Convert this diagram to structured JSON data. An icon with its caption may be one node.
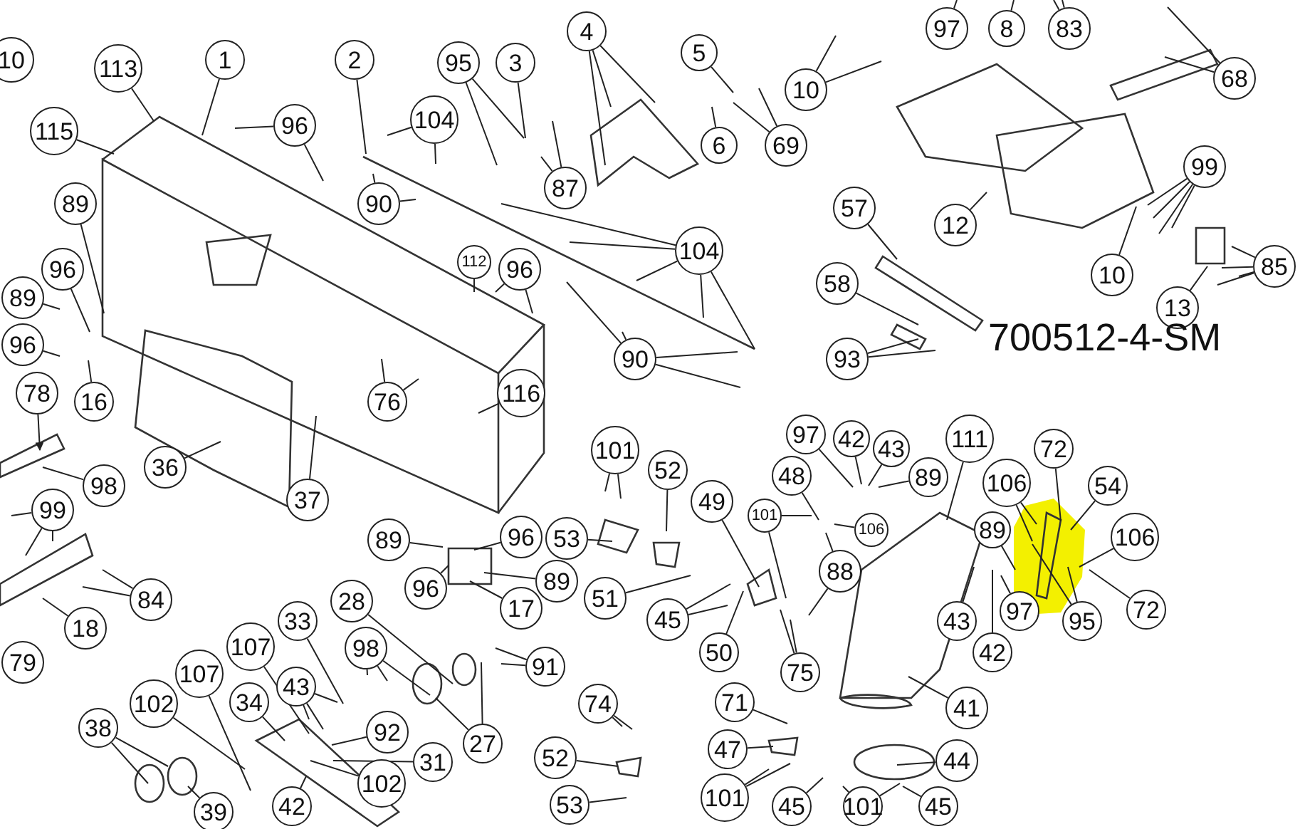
{
  "diagram": {
    "nodes": [
      {
        "text": [
          "10"
        ]
      },
      {
        "text": [
          "113"
        ]
      },
      {
        "text": [
          "1"
        ]
      },
      {
        "text": [
          "115"
        ]
      },
      {
        "text": [
          "96"
        ]
      },
      {
        "text": [
          "2"
        ]
      },
      {
        "text": [
          "104"
        ]
      },
      {
        "text": [
          "95"
        ]
      },
      {
        "text": [
          "3"
        ]
      },
      {
        "text": [
          "87"
        ]
      },
      {
        "text": [
          "4"
        ]
      },
      {
        "text": [
          "5"
        ]
      },
      {
        "text": [
          "6"
        ]
      },
      {
        "text": [
          "69"
        ]
      },
      {
        "text": [
          "10"
        ]
      },
      {
        "text": [
          "97"
        ]
      },
      {
        "text": [
          "8"
        ]
      },
      {
        "text": [
          "83"
        ]
      },
      {
        "text": [
          "68"
        ]
      },
      {
        "text": [
          "90"
        ]
      },
      {
        "text": [
          "112"
        ]
      },
      {
        "text": [
          "96"
        ]
      },
      {
        "text": [
          "104"
        ]
      },
      {
        "text": [
          "90"
        ]
      },
      {
        "text": [
          "57"
        ]
      },
      {
        "text": [
          "12"
        ]
      },
      {
        "text": [
          "99"
        ]
      },
      {
        "text": [
          "85"
        ]
      },
      {
        "text": [
          "10"
        ]
      },
      {
        "text": [
          "13"
        ]
      },
      {
        "text": [
          "58"
        ]
      },
      {
        "text": [
          "93"
        ]
      },
      {
        "text": [
          "89"
        ]
      },
      {
        "text": [
          "96"
        ]
      },
      {
        "text": [
          "89"
        ]
      },
      {
        "text": [
          "96"
        ]
      },
      {
        "text": [
          "16"
        ]
      },
      {
        "text": [
          "76"
        ]
      },
      {
        "text": [
          "116"
        ]
      },
      {
        "text": [
          "78"
        ]
      },
      {
        "text": [
          "98"
        ]
      },
      {
        "text": [
          "36"
        ]
      },
      {
        "text": [
          "37"
        ]
      },
      {
        "text": [
          "99"
        ]
      },
      {
        "text": [
          "84"
        ]
      },
      {
        "text": [
          "18"
        ]
      },
      {
        "text": [
          "79"
        ]
      },
      {
        "text": [
          "101"
        ]
      },
      {
        "text": [
          "53"
        ]
      },
      {
        "text": [
          "52"
        ]
      },
      {
        "text": [
          "89"
        ]
      },
      {
        "text": [
          "96"
        ]
      },
      {
        "text": [
          "96"
        ]
      },
      {
        "text": [
          "89"
        ]
      },
      {
        "text": [
          "17"
        ]
      },
      {
        "text": [
          "51"
        ]
      },
      {
        "text": [
          "49"
        ]
      },
      {
        "text": [
          "101"
        ]
      },
      {
        "text": [
          "97"
        ]
      },
      {
        "text": [
          "42"
        ]
      },
      {
        "text": [
          "43"
        ]
      },
      {
        "text": [
          "89"
        ]
      },
      {
        "text": [
          "48"
        ]
      },
      {
        "text": [
          "106"
        ]
      },
      {
        "text": [
          "88"
        ]
      },
      {
        "text": [
          "111"
        ]
      },
      {
        "text": [
          "106"
        ]
      },
      {
        "text": [
          "72"
        ]
      },
      {
        "text": [
          "54"
        ]
      },
      {
        "text": [
          "89"
        ]
      },
      {
        "text": [
          "106"
        ]
      },
      {
        "text": [
          "43"
        ]
      },
      {
        "text": [
          "42"
        ]
      },
      {
        "text": [
          "97"
        ]
      },
      {
        "text": [
          "95"
        ]
      },
      {
        "text": [
          "72"
        ]
      },
      {
        "text": [
          "45"
        ]
      },
      {
        "text": [
          "50"
        ]
      },
      {
        "text": [
          "75"
        ]
      },
      {
        "text": [
          "41"
        ]
      },
      {
        "text": [
          "33"
        ]
      },
      {
        "text": [
          "28"
        ]
      },
      {
        "text": [
          "98"
        ]
      },
      {
        "text": [
          "91"
        ]
      },
      {
        "text": [
          "107"
        ]
      },
      {
        "text": [
          "43"
        ]
      },
      {
        "text": [
          "107"
        ]
      },
      {
        "text": [
          "34"
        ]
      },
      {
        "text": [
          "102"
        ]
      },
      {
        "text": [
          "92"
        ]
      },
      {
        "text": [
          "31"
        ]
      },
      {
        "text": [
          "27"
        ]
      },
      {
        "text": [
          "38"
        ]
      },
      {
        "text": [
          "102"
        ]
      },
      {
        "text": [
          "74"
        ]
      },
      {
        "text": [
          "52"
        ]
      },
      {
        "text": [
          "71"
        ]
      },
      {
        "text": [
          "47"
        ]
      },
      {
        "text": [
          "44"
        ]
      },
      {
        "text": [
          "101"
        ]
      },
      {
        "text": [
          "45"
        ]
      },
      {
        "text": [
          "101"
        ]
      },
      {
        "text": [
          "45"
        ]
      },
      {
        "text": [
          "39"
        ]
      },
      {
        "text": [
          "42"
        ]
      },
      {
        "text": [
          "53"
        ]
      }
    ],
    "edges": [
      {
        "from": 1,
        "to": null,
        "arrow": "none"
      },
      {
        "from": 2,
        "to": null,
        "arrow": "none"
      },
      {
        "from": 3,
        "to": null,
        "arrow": "none"
      },
      {
        "from": 4,
        "to": null,
        "arrow": "none"
      },
      {
        "from": 4,
        "to": null,
        "arrow": "none"
      },
      {
        "from": 5,
        "to": null,
        "arrow": "none"
      },
      {
        "from": 6,
        "to": null,
        "arrow": "none"
      },
      {
        "from": 6,
        "to": null,
        "arrow": "none"
      },
      {
        "from": 7,
        "to": null,
        "arrow": "none"
      },
      {
        "from": 7,
        "to": null,
        "arrow": "none"
      },
      {
        "from": 8,
        "to": null,
        "arrow": "none"
      },
      {
        "from": 9,
        "to": null,
        "arrow": "none"
      },
      {
        "from": 9,
        "to": null,
        "arrow": "none"
      },
      {
        "from": 10,
        "to": null,
        "arrow": "none"
      },
      {
        "from": 10,
        "to": null,
        "arrow": "none"
      },
      {
        "from": 10,
        "to": null,
        "arrow": "none"
      },
      {
        "from": 11,
        "to": null,
        "arrow": "none"
      },
      {
        "from": 12,
        "to": null,
        "arrow": "none"
      },
      {
        "from": 13,
        "to": null,
        "arrow": "none"
      },
      {
        "from": 13,
        "to": null,
        "arrow": "none"
      },
      {
        "from": 14,
        "to": null,
        "arrow": "none"
      },
      {
        "from": 14,
        "to": null,
        "arrow": "none"
      },
      {
        "from": 15,
        "to": null,
        "arrow": "none"
      },
      {
        "from": 16,
        "to": null,
        "arrow": "none"
      },
      {
        "from": 17,
        "to": null,
        "arrow": "none"
      },
      {
        "from": 17,
        "to": null,
        "arrow": "none"
      },
      {
        "from": 18,
        "to": null,
        "arrow": "none"
      },
      {
        "from": 18,
        "to": null,
        "arrow": "none"
      },
      {
        "from": 19,
        "to": null,
        "arrow": "none"
      },
      {
        "from": 19,
        "to": null,
        "arrow": "none"
      },
      {
        "from": 20,
        "to": null,
        "arrow": "none"
      },
      {
        "from": 21,
        "to": null,
        "arrow": "none"
      },
      {
        "from": 21,
        "to": null,
        "arrow": "none"
      },
      {
        "from": 22,
        "to": null,
        "arrow": "none"
      },
      {
        "from": 22,
        "to": null,
        "arrow": "none"
      },
      {
        "from": 22,
        "to": null,
        "arrow": "none"
      },
      {
        "from": 22,
        "to": null,
        "arrow": "none"
      },
      {
        "from": 22,
        "to": null,
        "arrow": "none"
      },
      {
        "from": 23,
        "to": null,
        "arrow": "none"
      },
      {
        "from": 23,
        "to": null,
        "arrow": "none"
      },
      {
        "from": 23,
        "to": null,
        "arrow": "none"
      },
      {
        "from": 23,
        "to": null,
        "arrow": "none"
      },
      {
        "from": 24,
        "to": null,
        "arrow": "none"
      },
      {
        "from": 25,
        "to": null,
        "arrow": "none"
      },
      {
        "from": 26,
        "to": null,
        "arrow": "none"
      },
      {
        "from": 26,
        "to": null,
        "arrow": "none"
      },
      {
        "from": 26,
        "to": null,
        "arrow": "none"
      },
      {
        "from": 26,
        "to": null,
        "arrow": "none"
      },
      {
        "from": 27,
        "to": null,
        "arrow": "none"
      },
      {
        "from": 27,
        "to": null,
        "arrow": "none"
      },
      {
        "from": 27,
        "to": null,
        "arrow": "none"
      },
      {
        "from": 27,
        "to": null,
        "arrow": "none"
      },
      {
        "from": 28,
        "to": null,
        "arrow": "none"
      },
      {
        "from": 29,
        "to": null,
        "arrow": "none"
      },
      {
        "from": 30,
        "to": null,
        "arrow": "none"
      },
      {
        "from": 31,
        "to": null,
        "arrow": "none"
      },
      {
        "from": 31,
        "to": null,
        "arrow": "none"
      },
      {
        "from": 32,
        "to": null,
        "arrow": "none"
      },
      {
        "from": 33,
        "to": null,
        "arrow": "none"
      },
      {
        "from": 34,
        "to": null,
        "arrow": "none"
      },
      {
        "from": 35,
        "to": null,
        "arrow": "none"
      },
      {
        "from": 36,
        "to": null,
        "arrow": "none"
      },
      {
        "from": 37,
        "to": null,
        "arrow": "none"
      },
      {
        "from": 37,
        "to": null,
        "arrow": "none"
      },
      {
        "from": 38,
        "to": null,
        "arrow": "none"
      },
      {
        "from": 39,
        "to": null,
        "arrow": "to"
      },
      {
        "from": 40,
        "to": null,
        "arrow": "none"
      },
      {
        "from": 41,
        "to": null,
        "arrow": "none"
      },
      {
        "from": 42,
        "to": null,
        "arrow": "none"
      },
      {
        "from": 43,
        "to": null,
        "arrow": "none"
      },
      {
        "from": 43,
        "to": null,
        "arrow": "none"
      },
      {
        "from": 43,
        "to": null,
        "arrow": "none"
      },
      {
        "from": 44,
        "to": null,
        "arrow": "none"
      },
      {
        "from": 44,
        "to": null,
        "arrow": "none"
      },
      {
        "from": 45,
        "to": null,
        "arrow": "none"
      },
      {
        "from": 47,
        "to": null,
        "arrow": "none"
      },
      {
        "from": 47,
        "to": null,
        "arrow": "none"
      },
      {
        "from": 48,
        "to": null,
        "arrow": "none"
      },
      {
        "from": 49,
        "to": null,
        "arrow": "none"
      },
      {
        "from": 50,
        "to": null,
        "arrow": "none"
      },
      {
        "from": 51,
        "to": null,
        "arrow": "none"
      },
      {
        "from": 52,
        "to": null,
        "arrow": "none"
      },
      {
        "from": 53,
        "to": null,
        "arrow": "none"
      },
      {
        "from": 54,
        "to": null,
        "arrow": "none"
      },
      {
        "from": 55,
        "to": null,
        "arrow": "none"
      },
      {
        "from": 56,
        "to": null,
        "arrow": "none"
      },
      {
        "from": 57,
        "to": null,
        "arrow": "none"
      },
      {
        "from": 57,
        "to": null,
        "arrow": "none"
      },
      {
        "from": 58,
        "to": null,
        "arrow": "none"
      },
      {
        "from": 59,
        "to": null,
        "arrow": "none"
      },
      {
        "from": 60,
        "to": null,
        "arrow": "none"
      },
      {
        "from": 61,
        "to": null,
        "arrow": "none"
      },
      {
        "from": 62,
        "to": null,
        "arrow": "none"
      },
      {
        "from": 63,
        "to": null,
        "arrow": "none"
      },
      {
        "from": 64,
        "to": null,
        "arrow": "none"
      },
      {
        "from": 64,
        "to": null,
        "arrow": "none"
      },
      {
        "from": 65,
        "to": null,
        "arrow": "none"
      },
      {
        "from": 66,
        "to": null,
        "arrow": "none"
      },
      {
        "from": 66,
        "to": null,
        "arrow": "none"
      },
      {
        "from": 67,
        "to": null,
        "arrow": "none"
      },
      {
        "from": 68,
        "to": null,
        "arrow": "none"
      },
      {
        "from": 69,
        "to": null,
        "arrow": "none"
      },
      {
        "from": 70,
        "to": null,
        "arrow": "none"
      },
      {
        "from": 71,
        "to": null,
        "arrow": "none"
      },
      {
        "from": 72,
        "to": null,
        "arrow": "none"
      },
      {
        "from": 73,
        "to": null,
        "arrow": "none"
      },
      {
        "from": 74,
        "to": null,
        "arrow": "none"
      },
      {
        "from": 74,
        "to": null,
        "arrow": "none"
      },
      {
        "from": 75,
        "to": null,
        "arrow": "none"
      },
      {
        "from": 76,
        "to": null,
        "arrow": "none"
      },
      {
        "from": 76,
        "to": null,
        "arrow": "none"
      },
      {
        "from": 77,
        "to": null,
        "arrow": "none"
      },
      {
        "from": 78,
        "to": null,
        "arrow": "none"
      },
      {
        "from": 78,
        "to": null,
        "arrow": "none"
      },
      {
        "from": 79,
        "to": null,
        "arrow": "none"
      },
      {
        "from": 80,
        "to": null,
        "arrow": "none"
      },
      {
        "from": 81,
        "to": null,
        "arrow": "none"
      },
      {
        "from": 82,
        "to": null,
        "arrow": "none"
      },
      {
        "from": 82,
        "to": null,
        "arrow": "none"
      },
      {
        "from": 82,
        "to": null,
        "arrow": "none"
      },
      {
        "from": 83,
        "to": null,
        "arrow": "none"
      },
      {
        "from": 83,
        "to": null,
        "arrow": "none"
      },
      {
        "from": 84,
        "to": null,
        "arrow": "none"
      },
      {
        "from": 85,
        "to": null,
        "arrow": "none"
      },
      {
        "from": 85,
        "to": null,
        "arrow": "none"
      },
      {
        "from": 85,
        "to": null,
        "arrow": "none"
      },
      {
        "from": 86,
        "to": null,
        "arrow": "none"
      },
      {
        "from": 87,
        "to": null,
        "arrow": "none"
      },
      {
        "from": 88,
        "to": null,
        "arrow": "none"
      },
      {
        "from": 89,
        "to": null,
        "arrow": "none"
      },
      {
        "from": 90,
        "to": null,
        "arrow": "none"
      },
      {
        "from": 91,
        "to": null,
        "arrow": "none"
      },
      {
        "from": 91,
        "to": null,
        "arrow": "none"
      },
      {
        "from": 92,
        "to": null,
        "arrow": "none"
      },
      {
        "from": 92,
        "to": null,
        "arrow": "none"
      },
      {
        "from": 93,
        "to": null,
        "arrow": "none"
      },
      {
        "from": 94,
        "to": null,
        "arrow": "none"
      },
      {
        "from": 94,
        "to": null,
        "arrow": "none"
      },
      {
        "from": 95,
        "to": null,
        "arrow": "none"
      },
      {
        "from": 96,
        "to": null,
        "arrow": "none"
      },
      {
        "from": 97,
        "to": null,
        "arrow": "none"
      },
      {
        "from": 98,
        "to": null,
        "arrow": "none"
      },
      {
        "from": 99,
        "to": null,
        "arrow": "none"
      },
      {
        "from": 99,
        "to": null,
        "arrow": "none"
      },
      {
        "from": 100,
        "to": null,
        "arrow": "none"
      },
      {
        "from": 101,
        "to": null,
        "arrow": "none"
      },
      {
        "from": 101,
        "to": null,
        "arrow": "none"
      },
      {
        "from": 102,
        "to": null,
        "arrow": "none"
      },
      {
        "from": 103,
        "to": null,
        "arrow": "none"
      },
      {
        "from": 104,
        "to": null,
        "arrow": "none"
      },
      {
        "from": 105,
        "to": null,
        "arrow": "none"
      }
    ],
    "labels": [
      "700512-4-SM"
    ]
  }
}
